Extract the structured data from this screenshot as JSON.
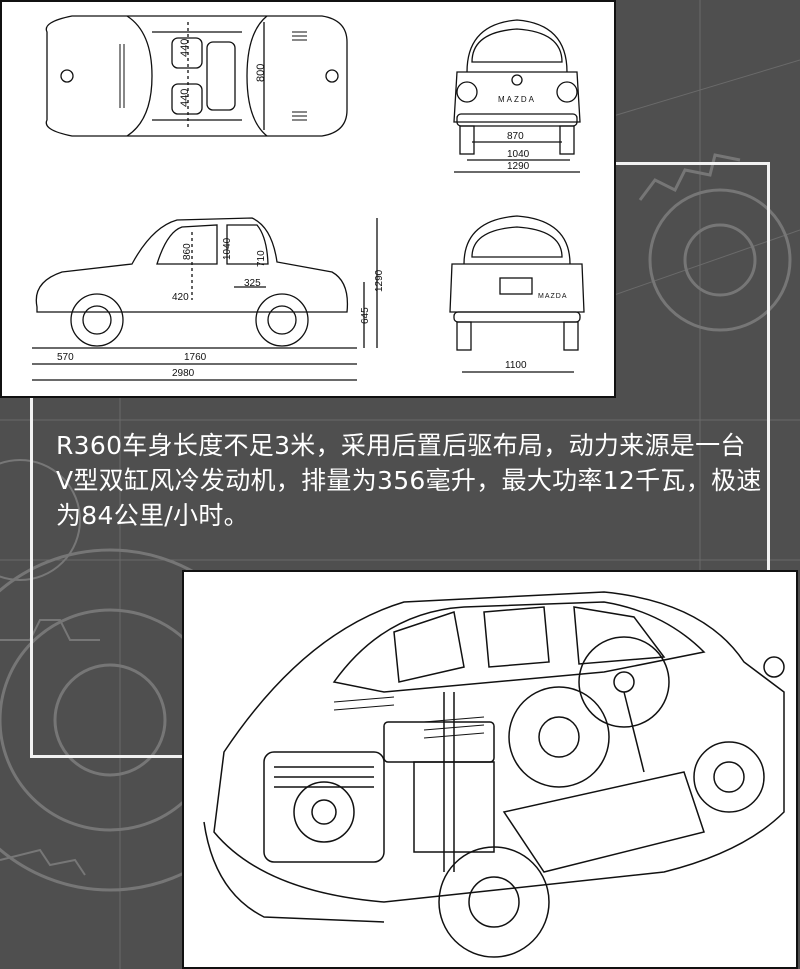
{
  "caption": "R360车身长度不足3米，采用后置后驱布局，动力来源是一台V型双缸风冷发动机，排量为356毫升，最大功率12千瓦，极速为84公里/小时。",
  "blueprint": {
    "top_view": {
      "dim_seat_front": "440",
      "dim_seat_rear": "440",
      "dim_interior_length": "800"
    },
    "front_view": {
      "badge": "MAZDA",
      "dim_track_front": "870",
      "dim_width_a": "1040",
      "dim_width_b": "1290"
    },
    "side_view": {
      "dim_860": "860",
      "dim_1040": "1040",
      "dim_710": "710",
      "dim_420": "420",
      "dim_325": "325",
      "dim_1290": "1290",
      "dim_645": "645",
      "dim_570": "570",
      "dim_1760": "1760",
      "dim_2980": "2980"
    },
    "rear_view": {
      "badge": "MAZDA",
      "dim_track_rear": "1100"
    }
  },
  "colors": {
    "background": "#4f4f4f",
    "panel": "#ffffff",
    "ink": "#111111",
    "frame_line": "#f2f2f2",
    "caption": "#ffffff"
  }
}
